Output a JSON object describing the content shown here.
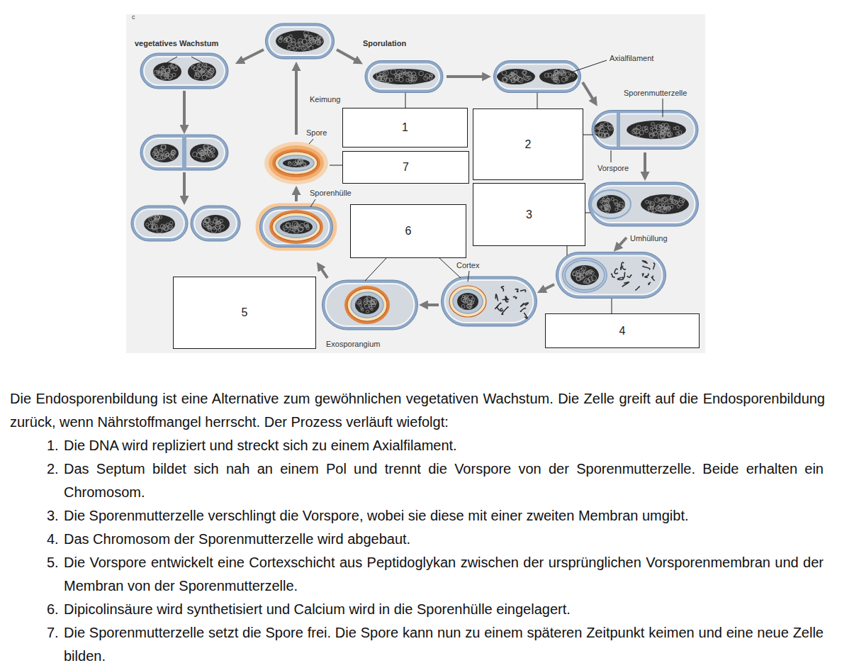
{
  "diagram": {
    "nodes": [
      {
        "text": [
          "1"
        ]
      },
      {
        "text": [
          "2"
        ]
      },
      {
        "text": [
          "3"
        ]
      },
      {
        "text": [
          "4"
        ]
      },
      {
        "text": [
          "5"
        ]
      },
      {
        "text": [
          "6"
        ]
      },
      {
        "text": [
          "7"
        ]
      }
    ],
    "labels": [
      "c",
      "vegetatives Wachstum",
      "Sporulation",
      "Axialfilament",
      "Sporenmutterzelle",
      "Keimung",
      "Spore",
      "Vorspore",
      "Sporenhülle",
      "Umhüllung",
      "Cortex",
      "Exosporangium",
      "Die Endosporenbildung ist eine Alternative zum gewöhnlichen vegetativen Wachstum. Die Zelle greift auf die Endosporenbildung zurück, wenn Nährstoffmangel herrscht. Der Prozess verläuft wiefolgt:",
      "1.",
      "Die DNA wird repliziert und streckt sich zu einem Axialfilament.",
      "2.",
      "Das Septum bildet sich nah an einem Pol und trennt die Vorspore von der Sporenmutterzelle. Beide erhalten ein Chromosom.",
      "3.",
      "Die Sporenmutterzelle verschlingt die Vorspore, wobei sie diese mit einer zweiten Membran umgibt.",
      "4.",
      "Das Chromosom der Sporenmutterzelle wird abgebaut.",
      "5.",
      "Die Vorspore entwickelt eine Cortexschicht aus Peptidoglykan zwischen der ursprünglichen Vorsporenmembran und der Membran von der Sporenmutterzelle.",
      "6.",
      "Dipicolinsäure wird synthetisiert und Calcium wird in die Sporenhülle eingelagert.",
      "7.",
      "Die Sporenmutterzelle setzt die Spore frei. Die Spore kann nun zu einem späteren Zeitpunkt keimen und eine neue Zelle bilden."
    ]
  }
}
